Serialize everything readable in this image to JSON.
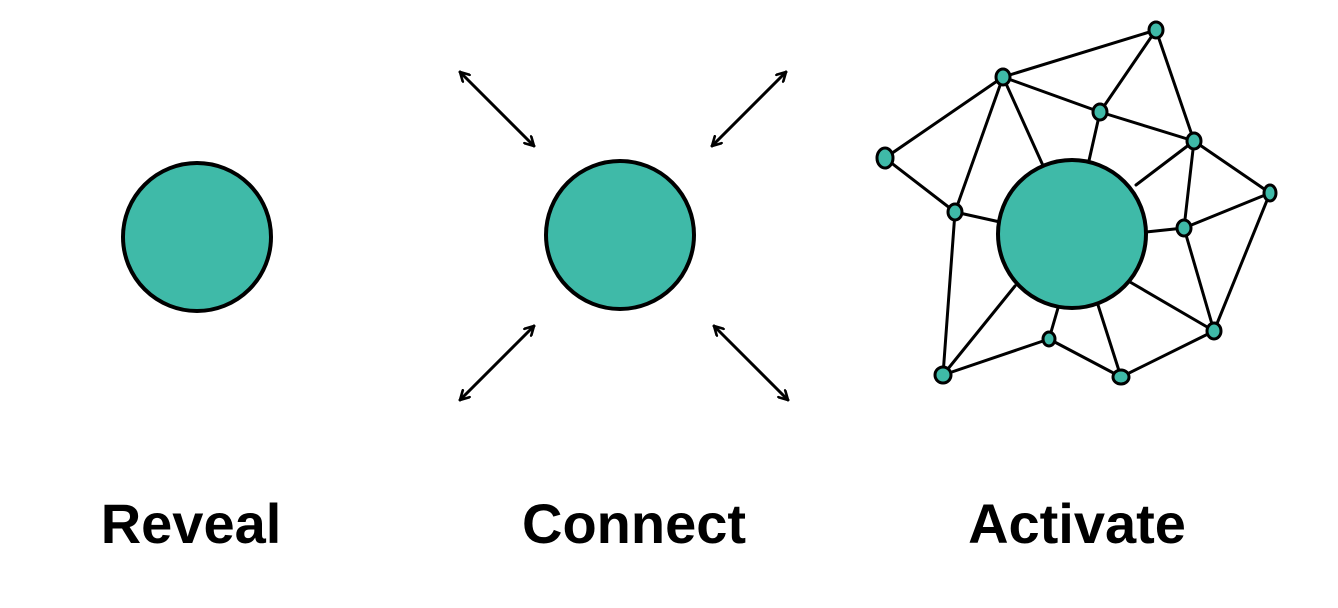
{
  "colors": {
    "circle_fill": "#3fbaa8",
    "stroke": "#000000",
    "background": "#ffffff",
    "label_text": "#000000"
  },
  "panels": [
    {
      "id": "reveal",
      "label": "Reveal",
      "icon": "single-circle-icon"
    },
    {
      "id": "connect",
      "label": "Connect",
      "icon": "circle-with-arrows-icon"
    },
    {
      "id": "activate",
      "label": "Activate",
      "icon": "network-icon"
    }
  ]
}
